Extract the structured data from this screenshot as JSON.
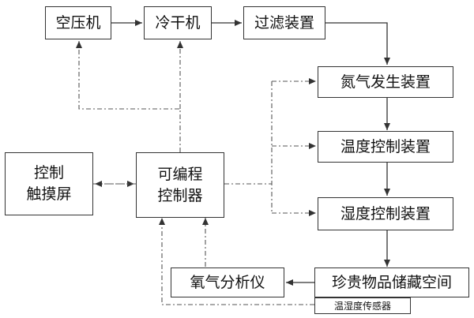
{
  "nodes": {
    "air_compressor": "空压机",
    "cold_dryer": "冷干机",
    "filter": "过滤装置",
    "nitrogen_generator": "氮气发生装置",
    "temperature_control": "温度控制装置",
    "humidity_control": "湿度控制装置",
    "control_touchscreen_line1": "控制",
    "control_touchscreen_line2": "触摸屏",
    "plc_line1": "可编程",
    "plc_line2": "控制器",
    "oxygen_analyzer": "氧气分析仪",
    "storage_space": "珍贵物品储藏空间",
    "temp_humidity_sensor": "温湿度传感器"
  }
}
